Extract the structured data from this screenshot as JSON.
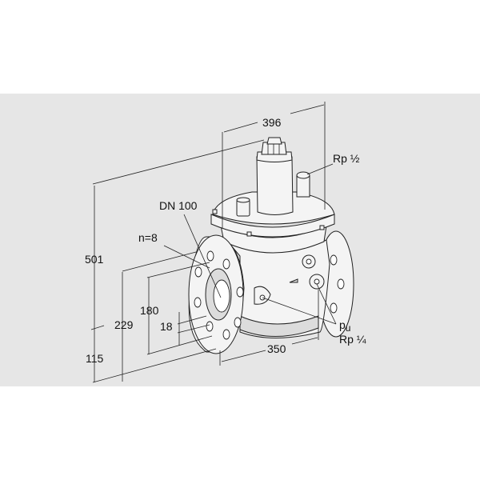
{
  "drawing": {
    "subject": "valve",
    "background_color": "#e6e6e6",
    "dimensions": {
      "overall_width": "396",
      "face_to_face": "350",
      "overall_height": "501",
      "axis_height": "229",
      "lower_height": "115",
      "flange_bolt_circle": "180",
      "bolt_hole": "18"
    },
    "callouts": {
      "nominal_size": "DN 100",
      "bolt_count": "n=8",
      "top_port": "Rp ½",
      "pressure_port_p": "p",
      "pressure_port_sub": "u",
      "pressure_port_thread": "Rp ¼"
    }
  }
}
